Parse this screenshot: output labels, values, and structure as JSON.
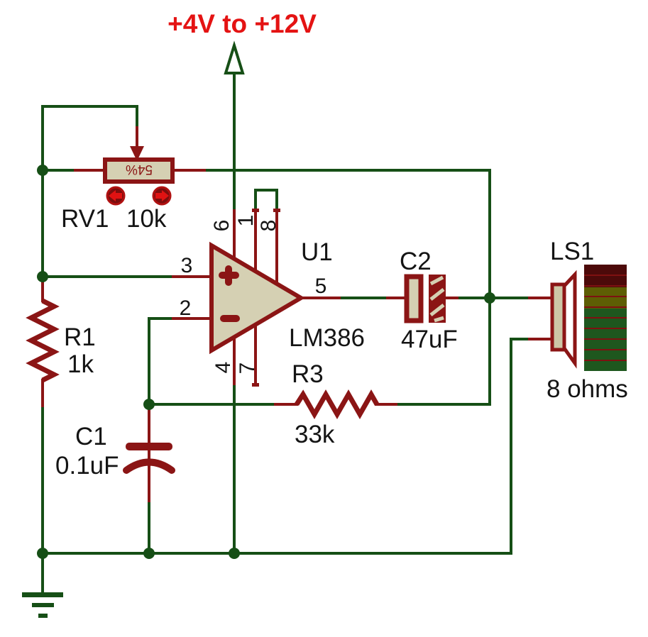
{
  "title": "+4V to +12V",
  "colors": {
    "wire_green": "#164f16",
    "component_red": "#8b1515",
    "title_red": "#e41313",
    "label_black": "#141414",
    "body_beige": "#d5d0b3",
    "bar_maroon": "#4c0a0a",
    "bar_olive": "#5e5e04",
    "bar_green": "#1e571e",
    "button_arrow_red": "#e01212"
  },
  "rv1": {
    "ref": "RV1",
    "value": "10k",
    "wiper": "54%"
  },
  "r1": {
    "ref": "R1",
    "value": "1k"
  },
  "r3": {
    "ref": "R3",
    "value": "33k"
  },
  "c1": {
    "ref": "C1",
    "value": "0.1uF"
  },
  "c2": {
    "ref": "C2",
    "value": "47uF"
  },
  "u1": {
    "ref": "U1",
    "part": "LM386",
    "pins": {
      "noninv": "3",
      "inv": "2",
      "out": "5",
      "vs": "6",
      "gain1": "1",
      "gain8": "8",
      "gnd": "4",
      "bypass": "7"
    }
  },
  "ls1": {
    "ref": "LS1",
    "impedance": "8 ohms"
  }
}
